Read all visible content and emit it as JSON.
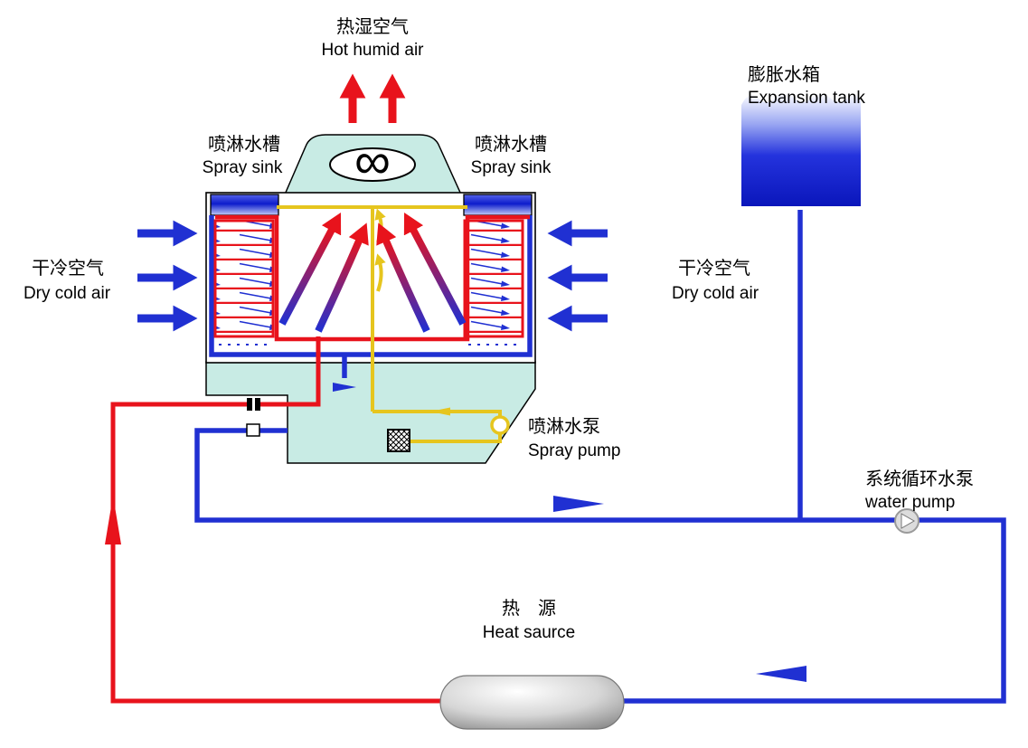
{
  "diagram": {
    "labels": {
      "hot_humid_air": {
        "zh": "热湿空气",
        "en": "Hot humid air"
      },
      "spray_sink_left": {
        "zh": "喷淋水槽",
        "en": "Spray sink"
      },
      "spray_sink_right": {
        "zh": "喷淋水槽",
        "en": "Spray sink"
      },
      "dry_cold_air_left": {
        "zh": "干冷空气",
        "en": "Dry cold air"
      },
      "dry_cold_air_right": {
        "zh": "干冷空气",
        "en": "Dry cold air"
      },
      "expansion_tank": {
        "zh": "膨胀水箱",
        "en": "Expansion tank"
      },
      "spray_pump": {
        "zh": "喷淋水泵",
        "en": "Spray pump"
      },
      "system_water_pump": {
        "zh": "系统循环水泵",
        "en": "water pump"
      },
      "heat_source": {
        "zh": "热　源",
        "en": "Heat saurce"
      },
      "fan_symbol": "∞"
    },
    "colors": {
      "pipe_blue": "#2030d2",
      "pipe_red": "#e8131c",
      "pipe_yellow": "#e6c51e",
      "housing_fill": "#c8ebe4",
      "tank_blue": "#0d1cd0",
      "heat_source_gray": "#9a9a9a"
    }
  }
}
